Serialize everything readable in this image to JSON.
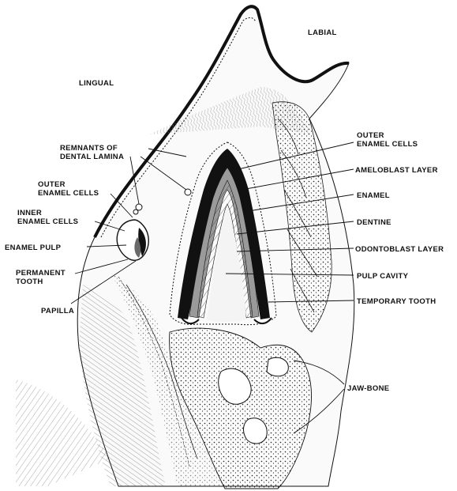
{
  "figure": {
    "side_labels": {
      "labial": "LABIAL",
      "lingual": "LINGUAL"
    },
    "right_labels": [
      {
        "id": "outer-enamel-cells-right",
        "lines": [
          "OUTER",
          "ENAMEL CELLS"
        ]
      },
      {
        "id": "ameloblast-layer",
        "lines": [
          "AMELOBLAST LAYER"
        ]
      },
      {
        "id": "enamel",
        "lines": [
          "ENAMEL"
        ]
      },
      {
        "id": "dentine",
        "lines": [
          "DENTINE"
        ]
      },
      {
        "id": "odontoblast-layer",
        "lines": [
          "ODONTOBLAST LAYER"
        ]
      },
      {
        "id": "pulp-cavity",
        "lines": [
          "PULP CAVITY"
        ]
      },
      {
        "id": "temporary-tooth",
        "lines": [
          "TEMPORARY TOOTH"
        ]
      },
      {
        "id": "jaw-bone",
        "lines": [
          "JAW-BONE"
        ]
      }
    ],
    "left_labels": [
      {
        "id": "remnants-dental-lamina",
        "lines": [
          "REMNANTS OF",
          "DENTAL LAMINA"
        ]
      },
      {
        "id": "outer-enamel-cells-left",
        "lines": [
          "OUTER",
          "ENAMEL CELLS"
        ]
      },
      {
        "id": "inner-enamel-cells",
        "lines": [
          "INNER",
          "ENAMEL CELLS"
        ]
      },
      {
        "id": "enamel-pulp",
        "lines": [
          "ENAMEL PULP"
        ]
      },
      {
        "id": "permanent-tooth",
        "lines": [
          "PERMANENT",
          "TOOTH"
        ]
      },
      {
        "id": "papilla",
        "lines": [
          "PAPILLA"
        ]
      }
    ]
  }
}
